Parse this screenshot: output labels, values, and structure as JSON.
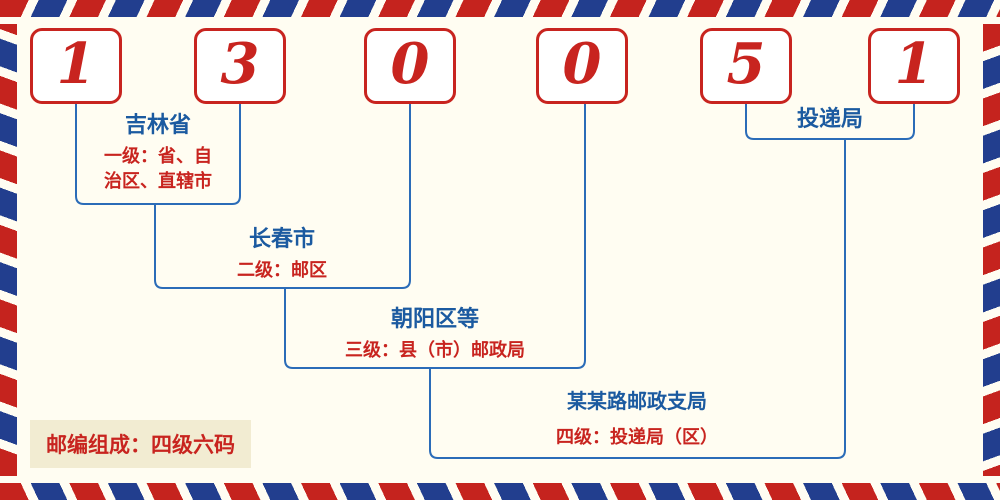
{
  "postal_code": {
    "digits": [
      "1",
      "3",
      "0",
      "0",
      "5",
      "1"
    ]
  },
  "labels": {
    "province": {
      "name": "吉林省",
      "desc_line1": "一级：省、自",
      "desc_line2": "治区、直辖市"
    },
    "city": {
      "name": "长春市",
      "desc": "二级：邮区"
    },
    "county": {
      "name": "朝阳区等",
      "desc": "三级：县（市）邮政局"
    },
    "branch": {
      "name": "某某路邮政支局",
      "desc": "四级：投递局（区）"
    },
    "delivery": {
      "name": "投递局"
    },
    "composition": "邮编组成：四级六码"
  },
  "colors": {
    "digit_red": "#c8241f",
    "desc_red": "#c8241f",
    "name_blue": "#1b5aa0",
    "line_blue": "#2b6cb8",
    "stripe_red": "#c5231e",
    "stripe_blue": "#223e8e",
    "bg_cream": "#fffdf2",
    "note_bg": "#f2ecd2"
  }
}
